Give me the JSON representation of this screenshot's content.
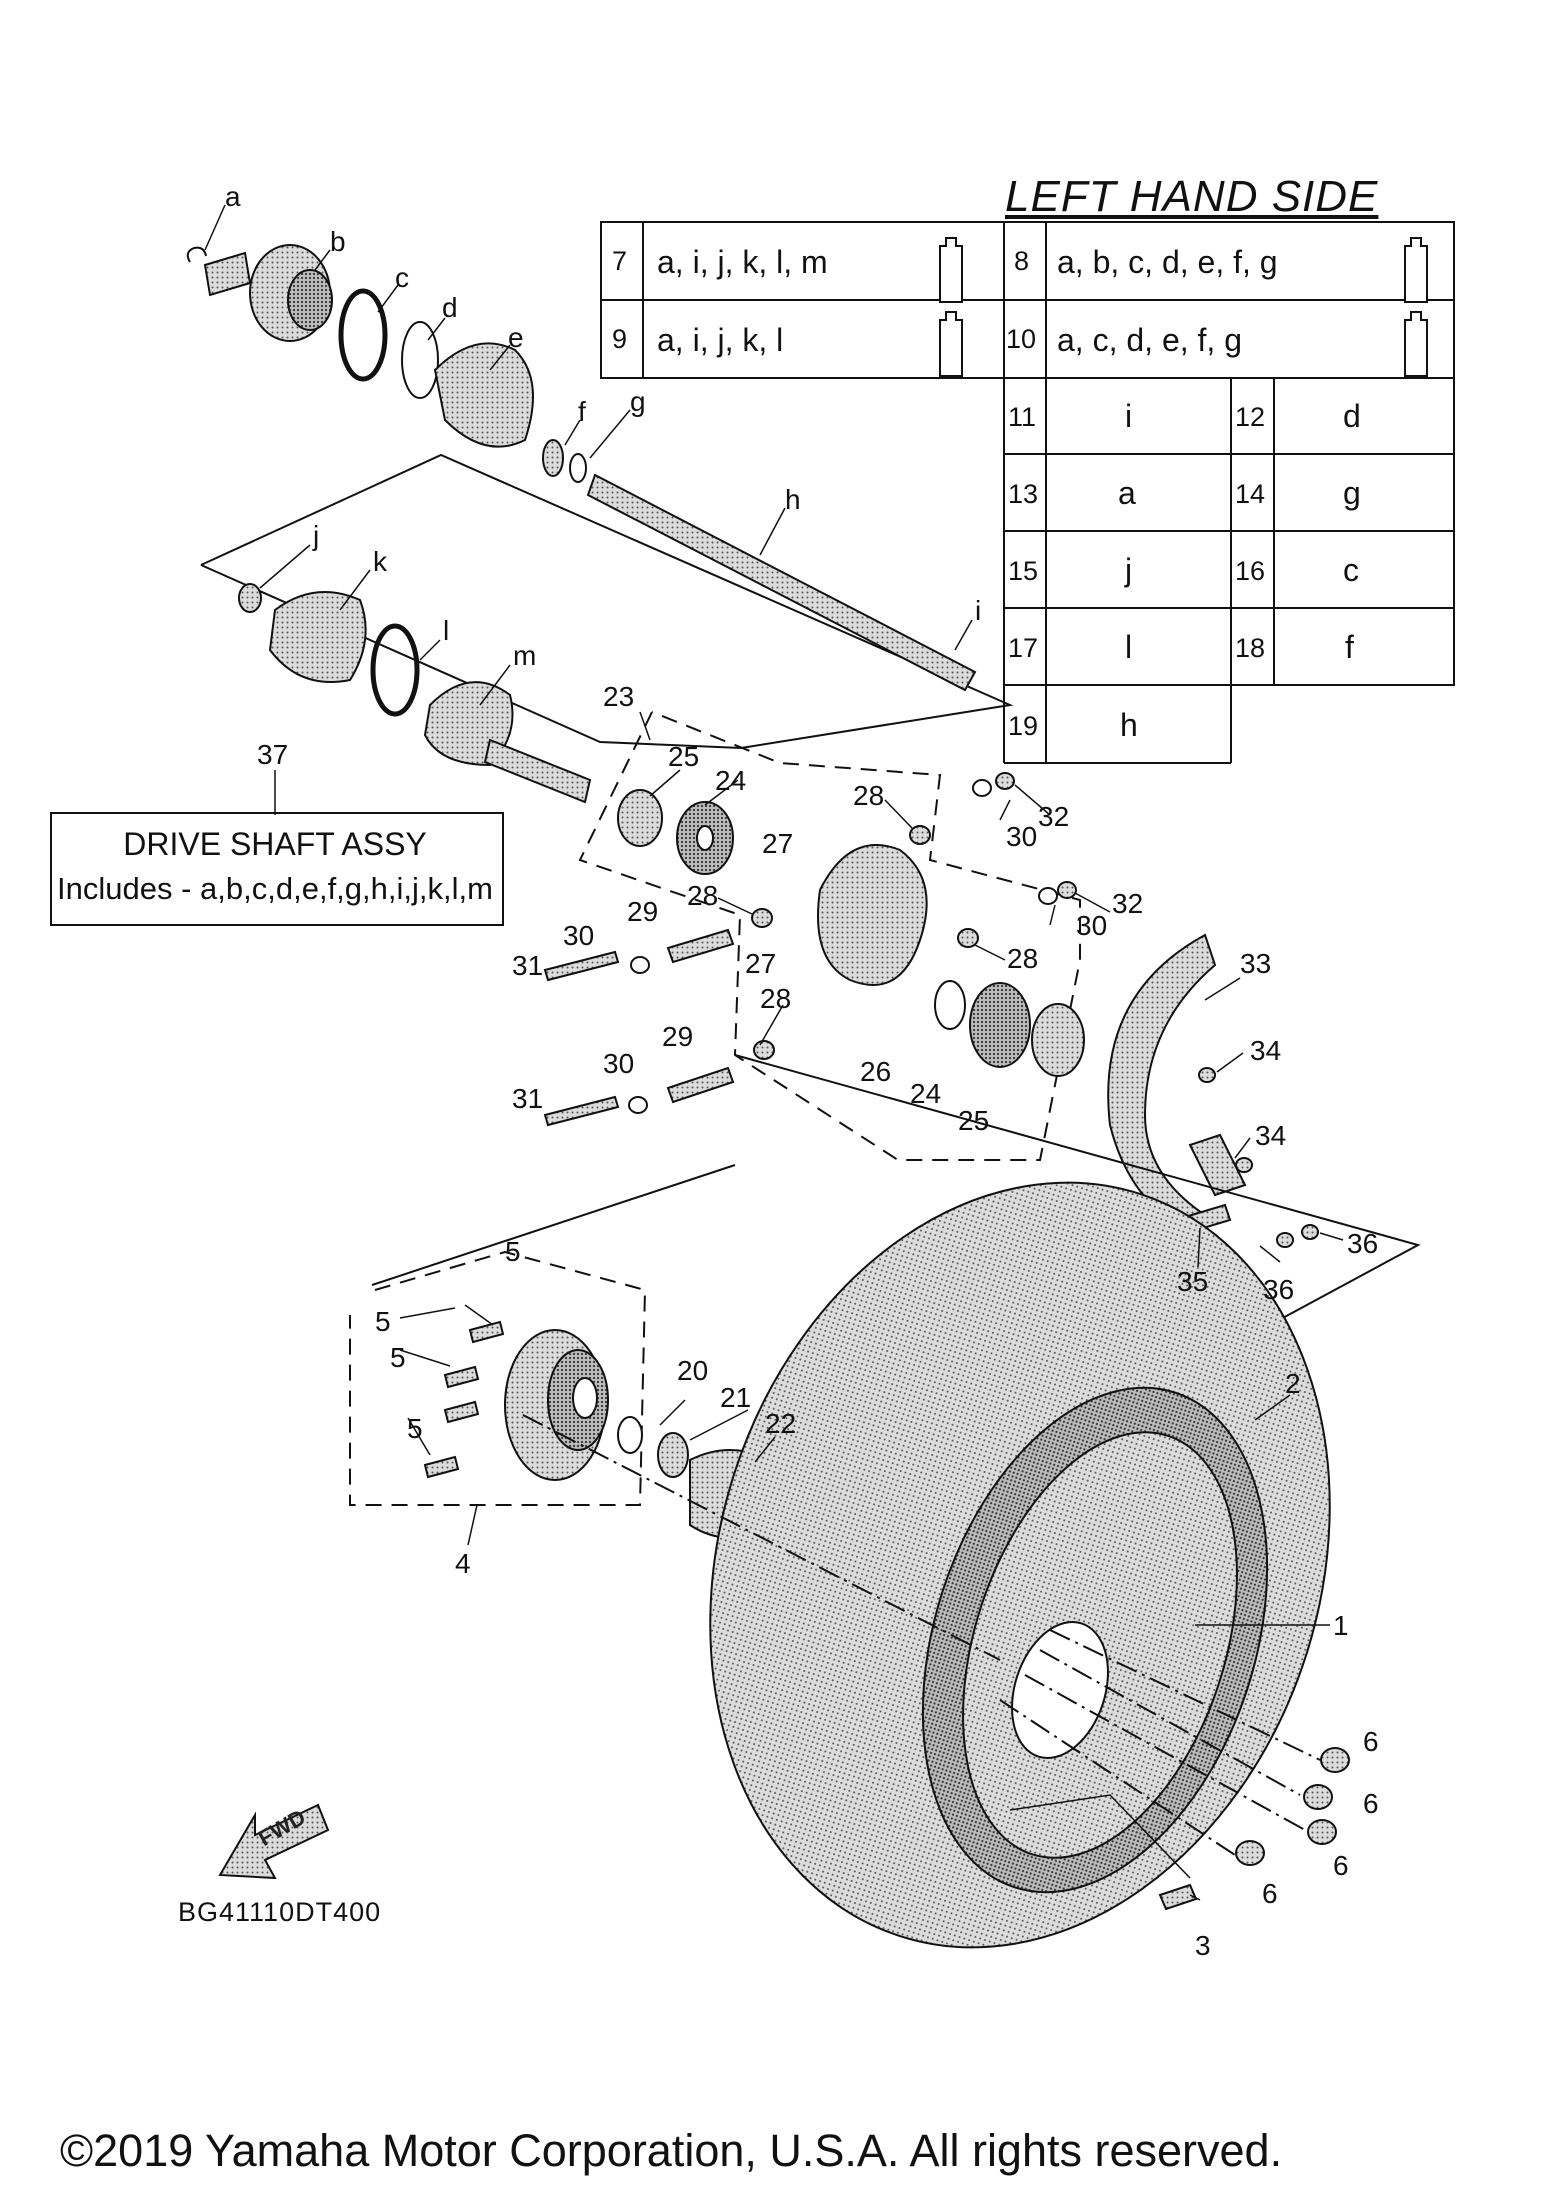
{
  "title": "LEFT HAND SIDE",
  "table": {
    "grease_rows": [
      {
        "num": "7",
        "parts": "a, i, j, k, l, m"
      },
      {
        "num": "8",
        "parts": "a, b, c, d, e, f, g"
      },
      {
        "num": "9",
        "parts": "a, i, j, k, l"
      },
      {
        "num": "10",
        "parts": "a, c, d, e, f, g"
      }
    ],
    "kit_rows": [
      {
        "num": "11",
        "part": "i"
      },
      {
        "num": "12",
        "part": "d"
      },
      {
        "num": "13",
        "part": "a"
      },
      {
        "num": "14",
        "part": "g"
      },
      {
        "num": "15",
        "part": "j"
      },
      {
        "num": "16",
        "part": "c"
      },
      {
        "num": "17",
        "part": "l"
      },
      {
        "num": "18",
        "part": "f"
      },
      {
        "num": "19",
        "part": "h"
      }
    ]
  },
  "assy_box": {
    "number": "37",
    "line1": "DRIVE SHAFT ASSY",
    "line2": "Includes - a,b,c,d,e,f,g,h,i,j,k,l,m"
  },
  "callouts": [
    {
      "id": "a",
      "text": "a"
    },
    {
      "id": "b",
      "text": "b"
    },
    {
      "id": "c",
      "text": "c"
    },
    {
      "id": "d",
      "text": "d"
    },
    {
      "id": "e",
      "text": "e"
    },
    {
      "id": "f",
      "text": "f"
    },
    {
      "id": "g",
      "text": "g"
    },
    {
      "id": "h",
      "text": "h"
    },
    {
      "id": "i",
      "text": "i"
    },
    {
      "id": "j",
      "text": "j"
    },
    {
      "id": "k",
      "text": "k"
    },
    {
      "id": "l",
      "text": "l"
    },
    {
      "id": "m",
      "text": "m"
    },
    {
      "id": "n23",
      "text": "23"
    },
    {
      "id": "n25a",
      "text": "25"
    },
    {
      "id": "n24a",
      "text": "24"
    },
    {
      "id": "n28a",
      "text": "28"
    },
    {
      "id": "n27a",
      "text": "27"
    },
    {
      "id": "n30a",
      "text": "30"
    },
    {
      "id": "n32a",
      "text": "32"
    },
    {
      "id": "n28b",
      "text": "28"
    },
    {
      "id": "n30b",
      "text": "30"
    },
    {
      "id": "n32b",
      "text": "32"
    },
    {
      "id": "n29a",
      "text": "29"
    },
    {
      "id": "n30c",
      "text": "30"
    },
    {
      "id": "n27b",
      "text": "27"
    },
    {
      "id": "n28c",
      "text": "28"
    },
    {
      "id": "n31a",
      "text": "31"
    },
    {
      "id": "n28d",
      "text": "28"
    },
    {
      "id": "n33",
      "text": "33"
    },
    {
      "id": "n34a",
      "text": "34"
    },
    {
      "id": "n29b",
      "text": "29"
    },
    {
      "id": "n30d",
      "text": "30"
    },
    {
      "id": "n26",
      "text": "26"
    },
    {
      "id": "n24b",
      "text": "24"
    },
    {
      "id": "n25b",
      "text": "25"
    },
    {
      "id": "n31b",
      "text": "31"
    },
    {
      "id": "n34b",
      "text": "34"
    },
    {
      "id": "n36a",
      "text": "36"
    },
    {
      "id": "n35",
      "text": "35"
    },
    {
      "id": "n36b",
      "text": "36"
    },
    {
      "id": "n5a",
      "text": "5"
    },
    {
      "id": "n5b",
      "text": "5"
    },
    {
      "id": "n5c",
      "text": "5"
    },
    {
      "id": "n5d",
      "text": "5"
    },
    {
      "id": "n20",
      "text": "20"
    },
    {
      "id": "n21",
      "text": "21"
    },
    {
      "id": "n22",
      "text": "22"
    },
    {
      "id": "n2",
      "text": "2"
    },
    {
      "id": "n4",
      "text": "4"
    },
    {
      "id": "n1",
      "text": "1"
    },
    {
      "id": "n6a",
      "text": "6"
    },
    {
      "id": "n6b",
      "text": "6"
    },
    {
      "id": "n6c",
      "text": "6"
    },
    {
      "id": "n6d",
      "text": "6"
    },
    {
      "id": "n3",
      "text": "3"
    }
  ],
  "fwd_label": "FWD",
  "diagram_code": "BG41110DT400",
  "copyright": "©2019 Yamaha Motor Corporation, U.S.A. All rights reserved."
}
